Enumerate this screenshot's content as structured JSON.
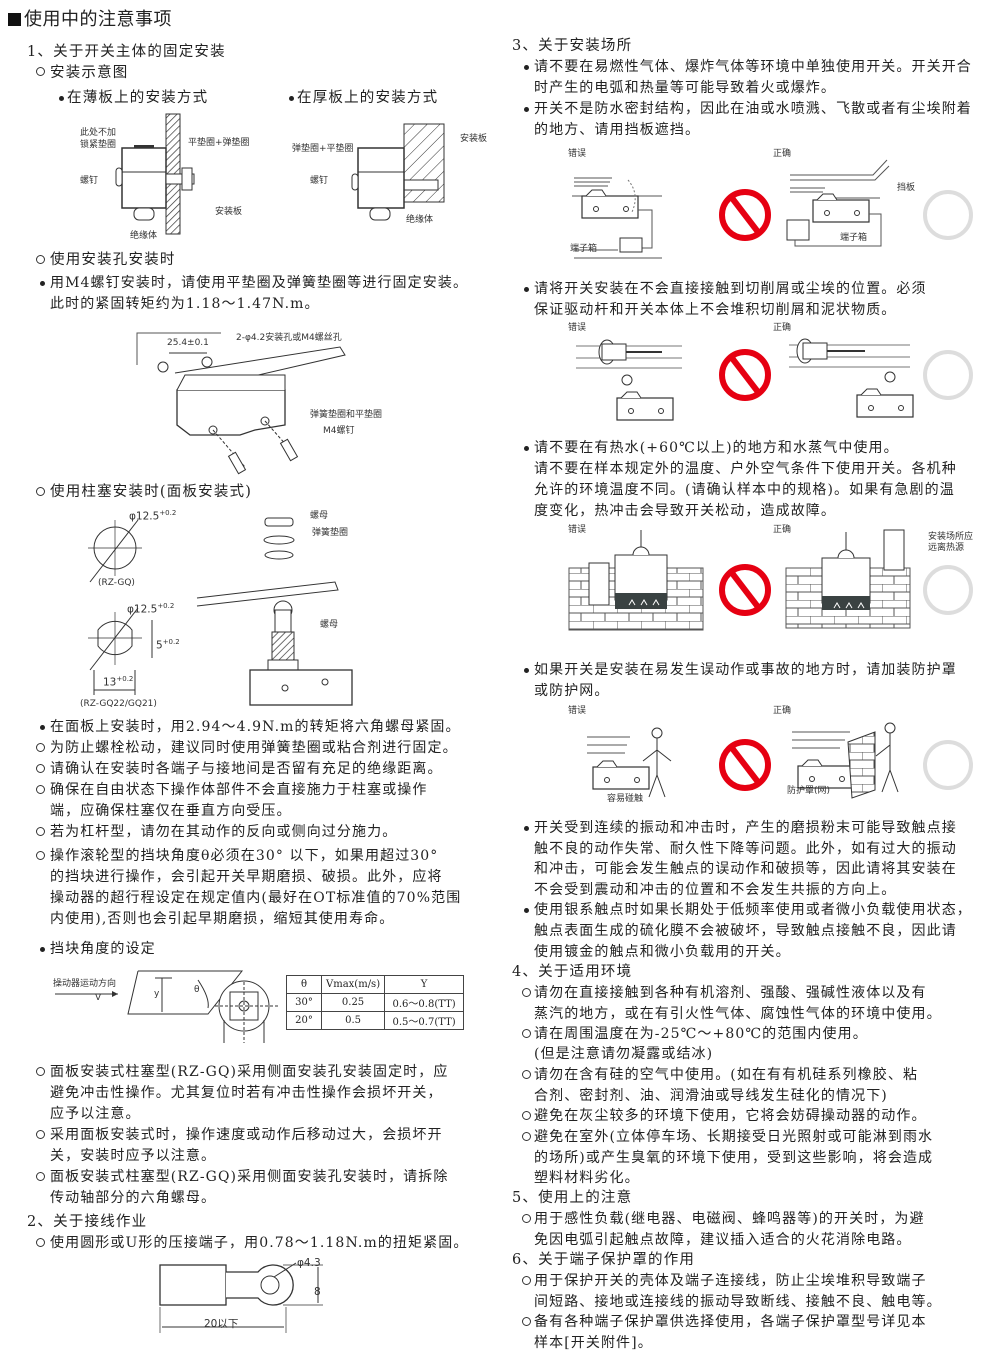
{
  "header": {
    "title": "使用中的注意事项"
  },
  "sec1": {
    "heading": "1、关于开关主体的固定安装",
    "diagram_heading": "安装示意图",
    "thin": "在薄板上的安装方式",
    "thick": "在厚板上的安装方式",
    "fig1": {
      "no_lock_1": "此处不加",
      "no_lock_2": "锁紧垫圈",
      "screw": "螺钉",
      "washers": "平垫圈+弹垫圈",
      "plate": "安装板",
      "insulator": "绝缘体"
    },
    "fig1b": {
      "washers": "弹垫圈+平垫圈",
      "screw": "螺钉",
      "plate": "安装板",
      "insulator": "绝缘体"
    },
    "hole_heading": "使用安装孔安装时",
    "hole_text": [
      "用M4螺钉安装时，请使用平垫圈及弹簧垫圈等进行固定安装。",
      "此时的紧固转矩约为1.18～1.47N.m。"
    ],
    "fig2": {
      "pitch": "25.4±0.1",
      "holes": "2-φ4.2安装孔或M4螺丝孔",
      "washers": "弹簧垫圈和平垫圈",
      "screw": "M4螺钉"
    },
    "plunger_heading": "使用柱塞安装时(面板安装式)",
    "fig3": {
      "dia": "φ12.5",
      "tol": "+0.2",
      "tol0": "0",
      "model1": "(RZ-GQ)",
      "flat": "5",
      "width": "13",
      "model2": "(RZ-GQ22/GQ21)",
      "nut": "螺母",
      "spring_washer": "弹簧垫圈",
      "nut2": "螺母"
    },
    "notes": [
      [
        "在面板上安装时，用2.94～4.9N.m的转矩将六角螺母紧固。"
      ],
      [
        "为防止螺栓松动，建议同时使用弹簧垫圈或粘合剂进行固定。"
      ],
      [
        "请确认在安装时各端子与接地间是否留有充足的绝缘距离。"
      ],
      [
        "确保在自由状态下操作体部件不会直接施力于柱塞或操作",
        "端，应确保柱塞仅在垂直方向受压。"
      ],
      [
        "若为杠杆型，请勿在其动作的反向或侧向过分施力。"
      ],
      [
        "操作滚轮型的挡块角度θ必须在30° 以下，如果用超过30°",
        "的挡块进行操作，会引起开关早期磨损、破损。此外，应将",
        "操动器的超行程设定在规定值内(最好在OT标准值的70%范围",
        "内使用),否则也会引起早期磨损，缩短其使用寿命。"
      ]
    ],
    "dog_heading": "挡块角度的设定",
    "dog_fig": {
      "direction": "操动器运动方向",
      "v": "V",
      "y": "y",
      "theta": "θ"
    },
    "angle_table": {
      "headers": [
        "θ",
        "Vmax(m/s)",
        "Y"
      ],
      "rows": [
        [
          "30°",
          "0.25",
          "0.6～0.8(TT)"
        ],
        [
          "20°",
          "0.5",
          "0.5～0.7(TT)"
        ]
      ]
    },
    "notes2": [
      [
        "面板安装式柱塞型(RZ-GQ)采用侧面安装孔安装固定时，应",
        "避免冲击性操作。尤其复位时若有冲击性操作会损坏开关，",
        "应予以注意。"
      ],
      [
        "采用面板安装式时，操作速度或动作后移动过大，会损坏开",
        "关，安装时应予以注意。"
      ],
      [
        "面板安装式柱塞型(RZ-GQ)采用侧面安装孔安装时，请拆除",
        "传动轴部分的六角螺母。"
      ]
    ]
  },
  "sec2": {
    "heading": "2、关于接线作业",
    "text": "使用圆形或U形的压接端子，用0.78～1.18N.m的扭矩紧固。",
    "fig": {
      "hole": "φ4.3",
      "width": "8",
      "length": "20以下"
    }
  },
  "sec3": {
    "heading": "3、关于安装场所",
    "items": [
      [
        "请不要在易燃性气体、爆炸气体等环境中单独使用开关。开关开合",
        "时产生的电弧和热量等可能导致着火或爆炸。"
      ],
      [
        "开关不是防水密封结构，因此在油或水喷溅、飞散或者有尘埃附着",
        "的地方、请用挡板遮挡。"
      ],
      [
        "请将开关安装在不会直接接触到切削屑或尘埃的位置。必须",
        "保证驱动杆和开关本体上不会堆积切削屑和泥状物质。"
      ],
      [
        "请不要在有热水(+60℃以上)的地方和水蒸气中使用。",
        "请不要在样本规定外的温度、户外空气条件下使用开关。各机种",
        "允许的环境温度不同。(请确认样本中的规格)。如果有急剧的温",
        "度变化，热冲击会导致开关松动，造成故障。"
      ],
      [
        "如果开关是安装在易发生误动作或事故的地方时，请加装防护罩",
        "或防护网。"
      ],
      [
        "开关受到连续的振动和冲击时，产生的磨损粉末可能导致触点接",
        "触不良的动作失常、耐久性下降等问题。此外，如有过大的振动",
        "和冲击，可能会发生触点的误动作和破损等，因此请将其安装在",
        "不会受到震动和冲击的位置和不会发生共振的方向上。"
      ],
      [
        "使用银系触点时如果长期处于低频率使用或者微小负载使用状态，",
        "触点表面生成的硫化膜不会被破坏，导致触点接触不良，因此请",
        "使用镀金的触点和微小负载用的开关。"
      ]
    ],
    "wrong": "错误",
    "right": "正确",
    "fig_labels": {
      "terminal_box": "端子箱",
      "baffle": "挡板",
      "heat_1": "安装场所应",
      "heat_2": "远离热源",
      "easy_touch": "容易碰触",
      "guard": "防护罩(网)"
    }
  },
  "sec4": {
    "heading": "4、关于适用环境",
    "items": [
      [
        "请勿在直接接触到各种有机溶剂、强酸、强碱性液体以及有",
        "蒸汽的地方，或在有引火性气体、腐蚀性气体的环境中使用。"
      ],
      [
        "请在周围温度在为-25℃～+80℃的范围内使用。",
        "(但是注意请勿凝露或结冰)"
      ],
      [
        "请勿在含有硅的空气中使用。(如在有有机硅系列橡胶、粘",
        "合剂、密封剂、油、润滑油或导线发生硅化的情况下)"
      ],
      [
        "避免在灰尘较多的环境下使用，它将会妨碍操动器的动作。"
      ],
      [
        "避免在室外(立体停车场、长期接受日光照射或可能淋到雨水",
        "的场所)或产生臭氧的环境下使用，受到这些影响，将会造成",
        "塑料材料劣化。"
      ]
    ]
  },
  "sec5": {
    "heading": "5、使用上的注意",
    "items": [
      [
        "用于感性负载(继电器、电磁阀、蜂鸣器等)的开关时，为避",
        "免因电弧引起触点故障，建议插入适合的火花消除电路。"
      ]
    ]
  },
  "sec6": {
    "heading": "6、关于端子保护罩的作用",
    "items": [
      [
        "用于保护开关的壳体及端子连接线，防止尘埃堆积导致端子",
        "间短路、接地或连接线的振动导致断线、接触不良、触电等。"
      ],
      [
        "备有各种端子保护罩供选择使用，各端子保护罩型号详见本",
        "样本[开关附件]。"
      ]
    ]
  },
  "colors": {
    "prohibit": "#e60012",
    "ok_ring": "#dddddd",
    "text": "#222222"
  },
  "icons": {
    "prohibit": "prohibition-sign-icon",
    "ok": "ok-circle-icon",
    "square": "black-square-icon",
    "circle_bullet": "circle-bullet-icon",
    "dot_bullet": "dot-bullet-icon"
  }
}
